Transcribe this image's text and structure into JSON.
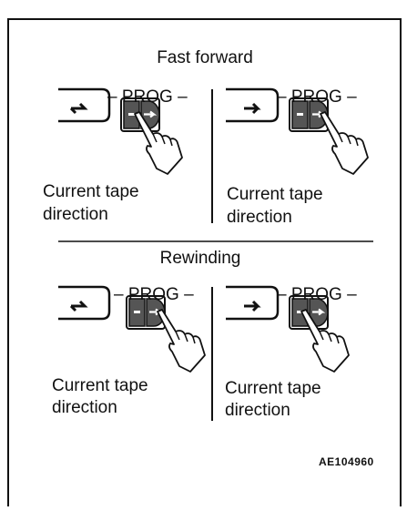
{
  "sections": [
    {
      "title": "Fast forward",
      "button_label": "– PROG –",
      "caption": [
        "Current tape",
        "direction"
      ]
    },
    {
      "title": "Rewinding",
      "button_label": "– PROG –",
      "caption": [
        "Current tape",
        "direction"
      ]
    }
  ],
  "figure_code": "AE104960",
  "icons": [
    "tape-left-arrow",
    "tape-right-arrow",
    "prog-button-pair",
    "pointing-hand"
  ]
}
